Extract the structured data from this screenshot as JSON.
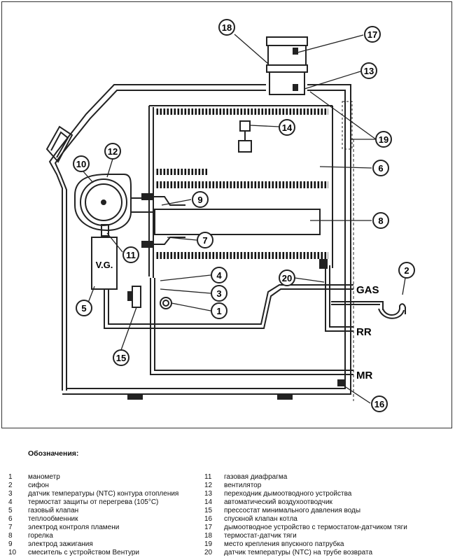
{
  "diagram": {
    "callouts": [
      {
        "id": "c1",
        "num": "1"
      },
      {
        "id": "c2",
        "num": "2"
      },
      {
        "id": "c3",
        "num": "3"
      },
      {
        "id": "c4",
        "num": "4"
      },
      {
        "id": "c5",
        "num": "5"
      },
      {
        "id": "c6",
        "num": "6"
      },
      {
        "id": "c7",
        "num": "7"
      },
      {
        "id": "c8",
        "num": "8"
      },
      {
        "id": "c9",
        "num": "9"
      },
      {
        "id": "c10",
        "num": "10"
      },
      {
        "id": "c11",
        "num": "11"
      },
      {
        "id": "c12",
        "num": "12"
      },
      {
        "id": "c13",
        "num": "13"
      },
      {
        "id": "c14",
        "num": "14"
      },
      {
        "id": "c15",
        "num": "15"
      },
      {
        "id": "c16",
        "num": "16"
      },
      {
        "id": "c17",
        "num": "17"
      },
      {
        "id": "c18",
        "num": "18"
      },
      {
        "id": "c19",
        "num": "19"
      },
      {
        "id": "c20",
        "num": "20"
      }
    ],
    "connections": {
      "gas": "GAS",
      "rr": "RR",
      "mr": "MR"
    },
    "valve_label": "V.G."
  },
  "legend": {
    "title": "Обозначения:",
    "items": [
      {
        "num": "1",
        "text": "манометр"
      },
      {
        "num": "2",
        "text": "сифон"
      },
      {
        "num": "3",
        "text": "датчик температуры (NTC) контура отопления"
      },
      {
        "num": "4",
        "text": "термостат защиты от перегрева (105°C)"
      },
      {
        "num": "5",
        "text": "газовый клапан"
      },
      {
        "num": "6",
        "text": "теплообменник"
      },
      {
        "num": "7",
        "text": "электрод контроля пламени"
      },
      {
        "num": "8",
        "text": "горелка"
      },
      {
        "num": "9",
        "text": "электрод зажигания"
      },
      {
        "num": "10",
        "text": "смеситель с устройством Вентури"
      },
      {
        "num": "11",
        "text": "газовая диафрагма"
      },
      {
        "num": "12",
        "text": "вентилятор"
      },
      {
        "num": "13",
        "text": "переходник дымоотводного устройства"
      },
      {
        "num": "14",
        "text": "автоматический воздухоотводчик"
      },
      {
        "num": "15",
        "text": "прессостат минимального давления воды"
      },
      {
        "num": "16",
        "text": "спускной клапан котла"
      },
      {
        "num": "17",
        "text": "дымоотводное устройство с термостатом-датчиком тяги"
      },
      {
        "num": "18",
        "text": "термостат-датчик тяги"
      },
      {
        "num": "19",
        "text": "место крепления впускного патрубка"
      },
      {
        "num": "20",
        "text": "датчик температуры (NTC) на трубе возврата"
      }
    ]
  }
}
